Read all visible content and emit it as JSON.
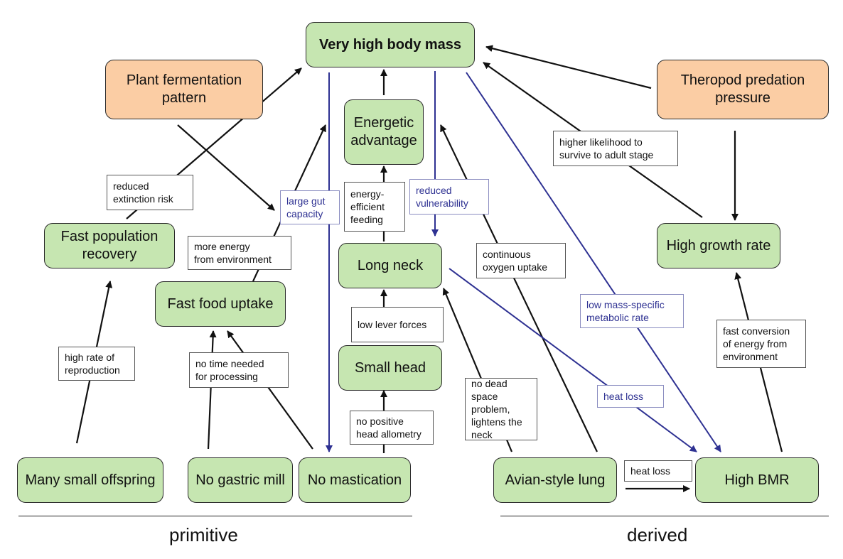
{
  "nodes": {
    "very_high_body_mass": "Very high body mass",
    "plant_fermentation": "Plant fermentation pattern",
    "theropod_predation": "Theropod predation pressure",
    "energetic_advantage": "Energetic advantage",
    "fast_population_recovery": "Fast population recovery",
    "fast_food_uptake": "Fast food uptake",
    "long_neck": "Long neck",
    "small_head": "Small head",
    "high_growth_rate": "High growth rate",
    "many_small_offspring": "Many small offspring",
    "no_gastric_mill": "No gastric mill",
    "no_mastication": "No mastication",
    "avian_style_lung": "Avian-style lung",
    "high_bmr": "High BMR"
  },
  "labels": {
    "reduced_extinction_risk": "reduced\nextinction risk",
    "large_gut_capacity": "large gut\ncapacity",
    "energy_efficient_feeding": "energy-\nefficient\nfeeding",
    "reduced_vulnerability": "reduced\nvulnerability",
    "higher_likelihood": "higher likelihood to\nsurvive to adult stage",
    "more_energy": "more energy\nfrom environment",
    "continuous_oxygen": "continuous\noxygen uptake",
    "low_lever_forces": "low lever forces",
    "low_mass_specific": "low mass-specific\nmetabolic rate",
    "fast_conversion": "fast conversion\nof energy from\nenvironment",
    "high_rate_reproduction": "high rate of\nreproduction",
    "no_time_needed": "no time needed\nfor processing",
    "no_dead_space": "no dead space\nproblem,\nlightens the\nneck",
    "heat_loss_blue": "heat loss",
    "no_positive_allometry": "no positive\nhead allometry",
    "heat_loss_black": "heat loss"
  },
  "footer": {
    "primitive": "primitive",
    "derived": "derived"
  },
  "colors": {
    "node_green": "#c6e6b1",
    "node_orange": "#fbcda4",
    "arrow_black": "#111111",
    "arrow_blue": "#2e3192"
  }
}
